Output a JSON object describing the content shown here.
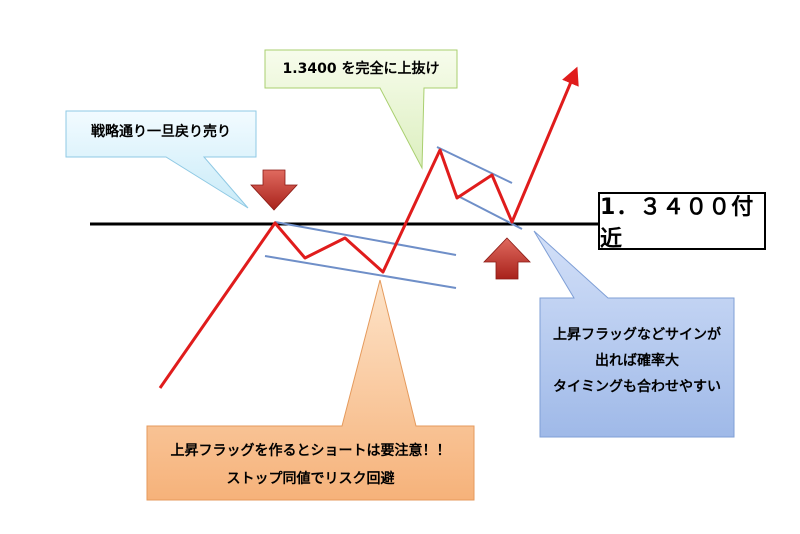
{
  "level_label": "1．３４００付近",
  "callouts": {
    "strategy": "戦略通り一旦戻り売り",
    "breakout": "1.3400 を完全に上抜け",
    "flag_line1": "上昇フラッグなどサインが",
    "flag_line2": "出れば確率大",
    "flag_line3": "タイミングも合わせやすい",
    "warn_line1": "上昇フラッグを作るとショートは要注意！！",
    "warn_line2": "ストップ同値でリスク回避"
  },
  "colors": {
    "price_line": "#e01c1c",
    "channel_line": "#6f8fc8",
    "level_line": "#000000",
    "callout_blue_light": "#dff3fb",
    "callout_green": "#eaf6d3",
    "callout_blue": "#b7ccef",
    "callout_orange": "#f9c79a",
    "arrow_red": "#c0342b"
  }
}
